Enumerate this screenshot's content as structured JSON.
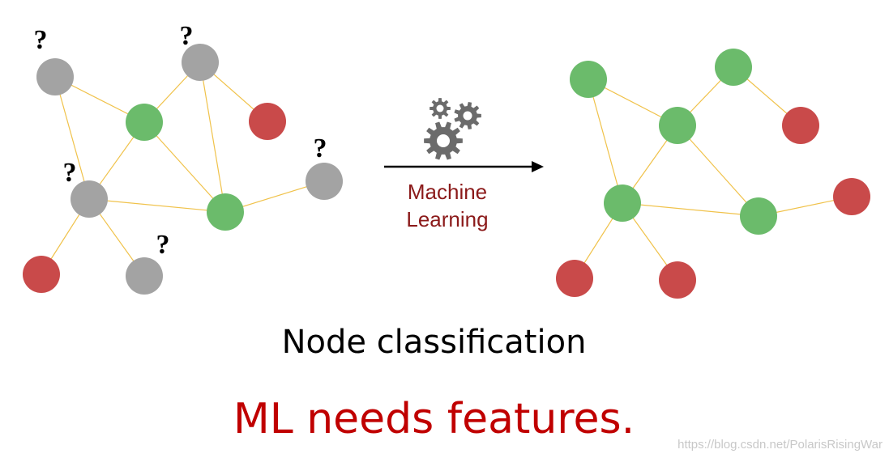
{
  "colors": {
    "unknown": "#a3a3a3",
    "positive": "#6bbb6b",
    "negative": "#c94a4a",
    "edge": "#f0c24a",
    "arrow": "#000000",
    "gear": "#6b6b6b",
    "ml_text": "#8b1a1a",
    "highlight_text": "#c00000"
  },
  "graph_before": {
    "nodes": [
      {
        "id": "b1",
        "label": "unknown",
        "question_mark": "?"
      },
      {
        "id": "b2",
        "label": "unknown",
        "question_mark": "?"
      },
      {
        "id": "b3",
        "label": "positive"
      },
      {
        "id": "b4",
        "label": "negative"
      },
      {
        "id": "b5",
        "label": "unknown",
        "question_mark": "?"
      },
      {
        "id": "b6",
        "label": "unknown",
        "question_mark": "?"
      },
      {
        "id": "b7",
        "label": "positive"
      },
      {
        "id": "b8",
        "label": "negative"
      },
      {
        "id": "b9",
        "label": "unknown",
        "question_mark": "?"
      }
    ],
    "edges": [
      [
        "b1",
        "b3"
      ],
      [
        "b1",
        "b5"
      ],
      [
        "b2",
        "b3"
      ],
      [
        "b2",
        "b4"
      ],
      [
        "b2",
        "b7"
      ],
      [
        "b3",
        "b5"
      ],
      [
        "b3",
        "b7"
      ],
      [
        "b5",
        "b7"
      ],
      [
        "b7",
        "b6"
      ],
      [
        "b5",
        "b8"
      ],
      [
        "b5",
        "b9"
      ]
    ]
  },
  "graph_after": {
    "nodes": [
      {
        "id": "a1",
        "label": "positive"
      },
      {
        "id": "a2",
        "label": "positive"
      },
      {
        "id": "a3",
        "label": "positive"
      },
      {
        "id": "a4",
        "label": "negative"
      },
      {
        "id": "a5",
        "label": "positive"
      },
      {
        "id": "a6",
        "label": "positive"
      },
      {
        "id": "a7",
        "label": "negative"
      },
      {
        "id": "a8",
        "label": "negative"
      },
      {
        "id": "a9",
        "label": "negative"
      }
    ],
    "edges": [
      [
        "a1",
        "a3"
      ],
      [
        "a1",
        "a5"
      ],
      [
        "a2",
        "a3"
      ],
      [
        "a2",
        "a4"
      ],
      [
        "a3",
        "a5"
      ],
      [
        "a3",
        "a6"
      ],
      [
        "a5",
        "a6"
      ],
      [
        "a6",
        "a7"
      ],
      [
        "a5",
        "a8"
      ],
      [
        "a5",
        "a9"
      ]
    ]
  },
  "process": {
    "line1": "Machine",
    "line2": "Learning",
    "icon": "gears-icon"
  },
  "captions": {
    "title": "Node classification",
    "subtitle": "ML needs features."
  },
  "watermark": "https://blog.csdn.net/PolarisRisingWar"
}
